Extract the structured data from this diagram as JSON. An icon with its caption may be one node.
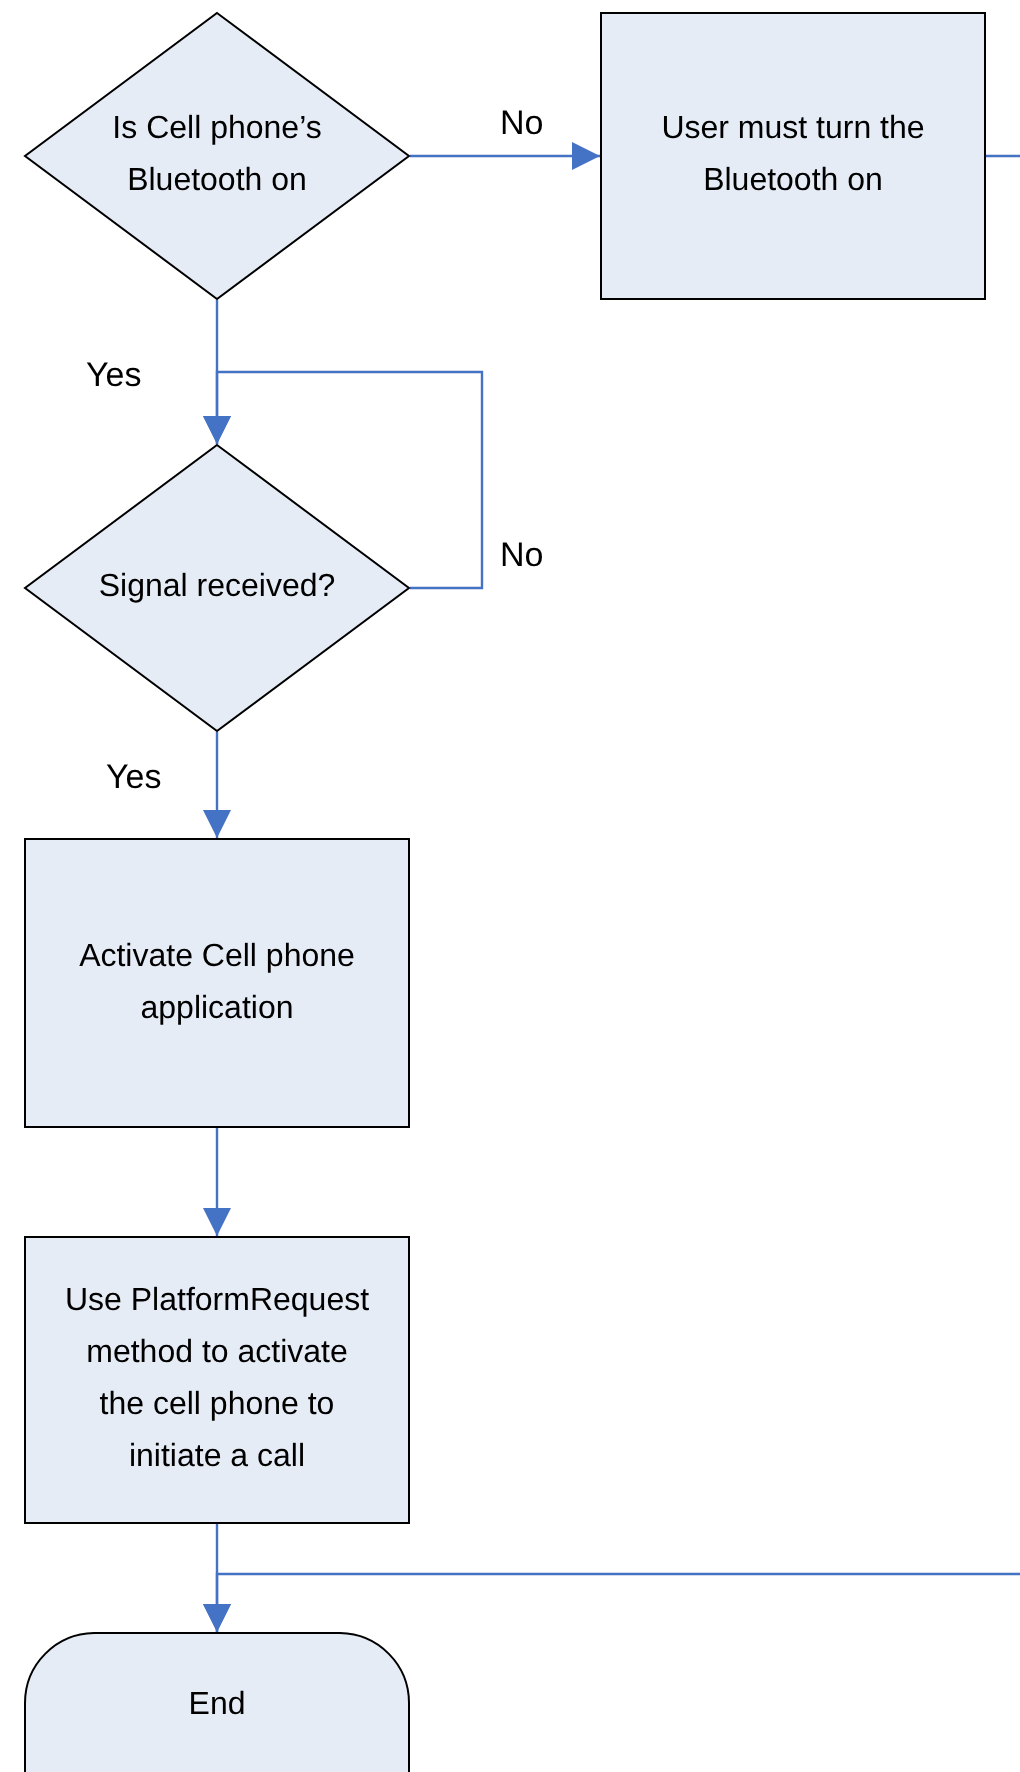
{
  "diagram": {
    "nodes": [
      {
        "text": [
          "Is Cell phone’s Bluetooth on"
        ]
      },
      {
        "text": [
          "User must turn the Bluetooth on"
        ]
      },
      {
        "text": [
          "Signal received?"
        ]
      },
      {
        "text": [
          "Activate Cell phone application"
        ]
      },
      {
        "text": [
          "Use PlatformRequest method to activate the cell phone to initiate a call"
        ]
      },
      {
        "text": [
          "End"
        ]
      }
    ],
    "edges": [
      {
        "from": 0,
        "to": 1,
        "arrow": "to",
        "label": "No"
      },
      {
        "from": 0,
        "to": 2,
        "arrow": "to",
        "label": "Yes"
      },
      {
        "from": 2,
        "to": 2,
        "arrow": "to",
        "label": "No"
      },
      {
        "from": 2,
        "to": 3,
        "arrow": "to",
        "label": "Yes"
      },
      {
        "from": 3,
        "to": 4,
        "arrow": "to"
      },
      {
        "from": 4,
        "to": 5,
        "arrow": "to"
      },
      {
        "from": 1,
        "to": null,
        "arrow": "none"
      },
      {
        "from": null,
        "to": 5,
        "arrow": "to"
      }
    ]
  }
}
